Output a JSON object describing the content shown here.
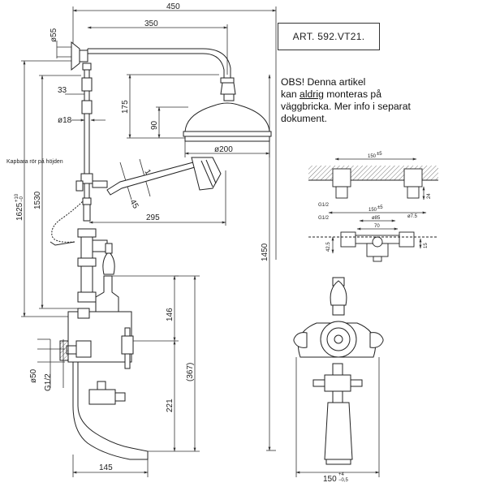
{
  "article": "ART.  592.VT21.",
  "note": {
    "line1": "OBS! Denna artikel",
    "line2_pre": "kan ",
    "line2_under": "aldrig",
    "line2_post": " monteras på",
    "line3": "väggbricka. Mer info i separat",
    "line4": "dokument."
  },
  "side_label": "Kapbara rör på höjden",
  "dims": {
    "d450": "450",
    "d350": "350",
    "d55": "ø55",
    "d33": "33",
    "d175": "175",
    "d90": "90",
    "d18": "ø18",
    "d200": "ø200",
    "d1530": "1530",
    "d1625": "1625",
    "d1625_tol_up": "+10",
    "d1625_tol_dn": "−0",
    "d295": "295",
    "d1450": "1450",
    "d146": "146",
    "d367": "(367)",
    "d221": "221",
    "d50": "ø50",
    "g12": "G1/2",
    "d145": "145",
    "d150b": "150",
    "d150b_up": "+4",
    "d150b_dn": "−0,5",
    "d14": "14",
    "d45": "45",
    "t150": "150",
    "t150_tol": "±5",
    "t24": "24",
    "t12a": "G1/2",
    "t150b": "150",
    "t150b_tol": "±5",
    "t12b": "G1/2",
    "t85": "ø85",
    "t75": "ø7.5",
    "t70": "70",
    "t15": "15",
    "t42": "42.5"
  }
}
